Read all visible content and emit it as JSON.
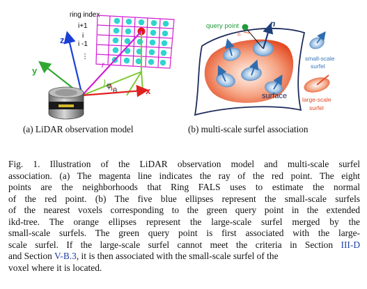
{
  "figure_a": {
    "ring_index_label": "ring index",
    "ring_rows": [
      "i+1",
      "i",
      "i -1",
      "⋮"
    ],
    "axis_z": "z",
    "axis_y": "y",
    "axis_x": "x",
    "ray_label": "r",
    "angle_phi": "φ",
    "angle_theta": "θ"
  },
  "figure_b": {
    "query_point_label": "query point",
    "normal_label": "n",
    "surface_label": "surface",
    "legend_small": [
      "small-scale",
      "surfel"
    ],
    "legend_large": [
      "large-scale",
      "surfel"
    ]
  },
  "subcaptions": {
    "a": "(a) LiDAR observation model",
    "b": "(b) multi-scale surfel association"
  },
  "caption": {
    "l1": "Fig. 1.   Illustration of the LiDAR observation model and multi-scale surfel",
    "l2": "association. (a) The magenta line indicates the ray of the red point. The eight",
    "l3": "points are the neighborhoods that Ring FALS uses to estimate the normal",
    "l4": "of the red point. (b) The five blue ellipses represent the small-scale surfels",
    "l5": "of the nearest voxels corresponding to the green query point in the extended",
    "l6": "ikd-tree. The orange ellipses represent the large-scale surfel merged by the",
    "l7": "small-scale surfels. The green query point is first associated with the large-",
    "l8": "scale surfel. If the large-scale surfel cannot meet the criteria in Section",
    "ref1": "III-D",
    "l9a": "and Section",
    "ref2": "V-B.3",
    "l9b": ", it is then associated with the small-scale surfel of the",
    "l10": "voxel where it is located."
  },
  "colors": {
    "grid_magenta": "#d21fd2",
    "grid_dot": "#2fd4d0",
    "red_point": "#e8141c",
    "ray_green": "#7cc832",
    "axis_blue": "#1a3fd6",
    "axis_green": "#32a832",
    "axis_red": "#e02020",
    "surface_orange": "#e8552a",
    "surfel_blue": "#3c78b8",
    "query_green": "#1f9a3a",
    "ref_blue": "#1f3fa8"
  }
}
